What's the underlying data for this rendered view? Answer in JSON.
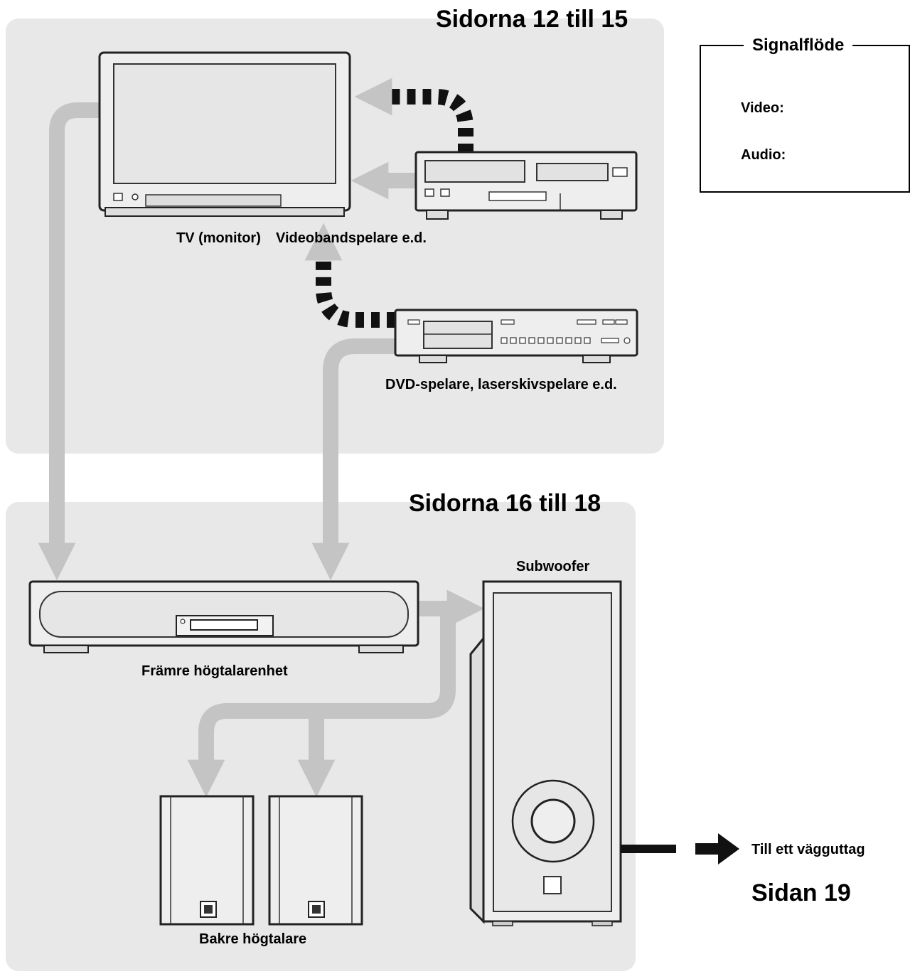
{
  "regions": {
    "top_title": "Sidorna 12 till 15",
    "bottom_title": "Sidorna 16 till 18"
  },
  "devices": {
    "tv_label": "TV (monitor)",
    "vcr_label": "Videobandspelare e.d.",
    "dvd_label": "DVD-spelare, laserskivspelare e.d.",
    "front_speaker_label": "Främre högtalarenhet",
    "subwoofer_label": "Subwoofer",
    "rear_speakers_label": "Bakre högtalare"
  },
  "power": {
    "outlet_label": "Till ett vägguttag",
    "page_label": "Sidan 19"
  },
  "legend": {
    "title": "Signalflöde",
    "video_label": "Video:",
    "audio_label": "Audio:"
  },
  "colors": {
    "region_bg": "#e8e8e8",
    "audio_arrow": "#c4c4c4",
    "video_arrow": "#111111",
    "device_fill": "#eeeeee",
    "device_stroke": "#222222"
  }
}
